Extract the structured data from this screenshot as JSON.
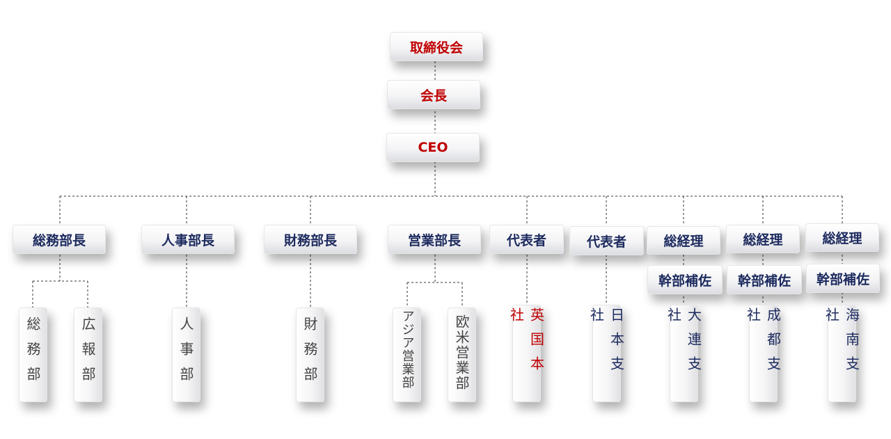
{
  "top": {
    "board": "取締役会",
    "chairman": "会長",
    "ceo": "CEO"
  },
  "departments": {
    "general_affairs_head": "総務部長",
    "hr_head": "人事部長",
    "finance_head": "財務部長",
    "sales_head": "営業部長",
    "representative_1": "代表者",
    "representative_2": "代表者",
    "gm_1": "総経理",
    "gm_2": "総経理",
    "gm_3": "総経理",
    "assistant_1": "幹部補佐",
    "assistant_2": "幹部補佐",
    "assistant_3": "幹部補佐"
  },
  "units": {
    "general_affairs": "総務部",
    "pr": "広報部",
    "hr": "人事部",
    "finance": "財務部",
    "asia_sales": "アジア営業部",
    "euro_us_sales": "欧米営業部",
    "uk_hq": "英国本社",
    "japan_branch": "日本支社",
    "dalian_branch": "大連支社",
    "chengdu_branch": "成都支社",
    "hainan_branch": "海南支社"
  },
  "colors": {
    "accent_red": "#c00000",
    "navy": "#1c2a5e",
    "gray_text": "#444444",
    "connector": "#333333"
  }
}
